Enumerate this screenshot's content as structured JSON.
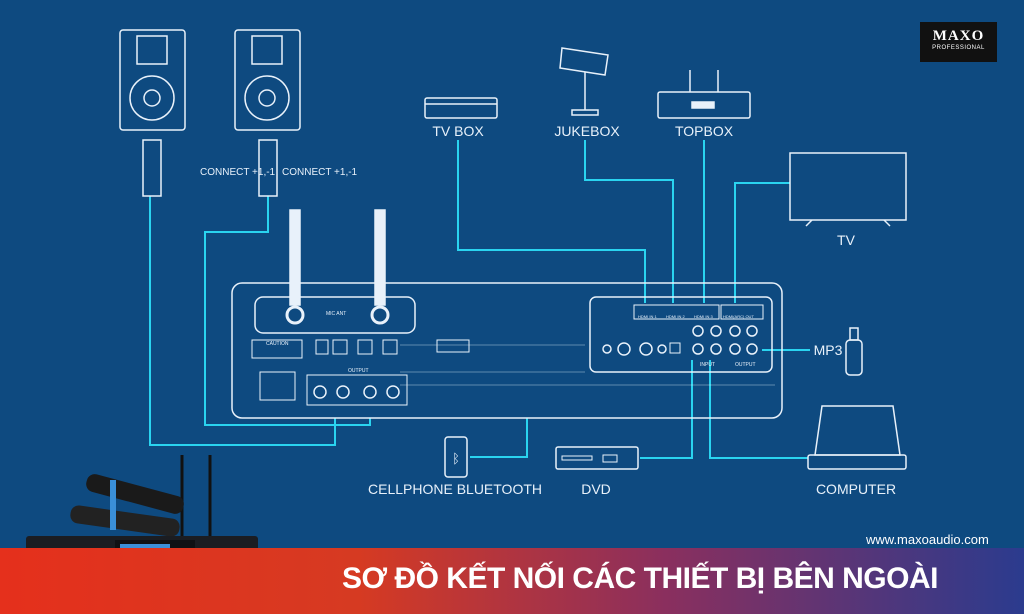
{
  "logo": {
    "brand": "MAXO",
    "tagline": "PROFESSIONAL"
  },
  "devices": {
    "speaker_connect_left": "CONNECT +1,-1",
    "speaker_connect_right": "CONNECT +1,-1",
    "tv_box": "TV BOX",
    "jukebox": "JUKEBOX",
    "topbox": "TOPBOX",
    "tv": "TV",
    "mp3": "MP3",
    "cellphone": "CELLPHONE BLUETOOTH",
    "dvd": "DVD",
    "computer": "COMPUTER"
  },
  "panel": {
    "mic_ant": "MIC ANT",
    "caution": "CAUTION",
    "output": "OUTPUT",
    "hdmi": [
      "HDMI IN 1",
      "HDMI IN 2",
      "HDMI IN 3",
      "HDMI(ARC) OUT"
    ],
    "input": "INPUT",
    "output_rca": "OUTPUT"
  },
  "colors": {
    "background": "#0e4a80",
    "cable": "#2ad4f0",
    "banner_start": "#e5301c",
    "banner_end": "#2b3b8e"
  },
  "footer": {
    "url": "www.maxoaudio.com",
    "title": "SƠ ĐỒ KẾT NỐI CÁC THIẾT BỊ BÊN NGOÀI"
  }
}
